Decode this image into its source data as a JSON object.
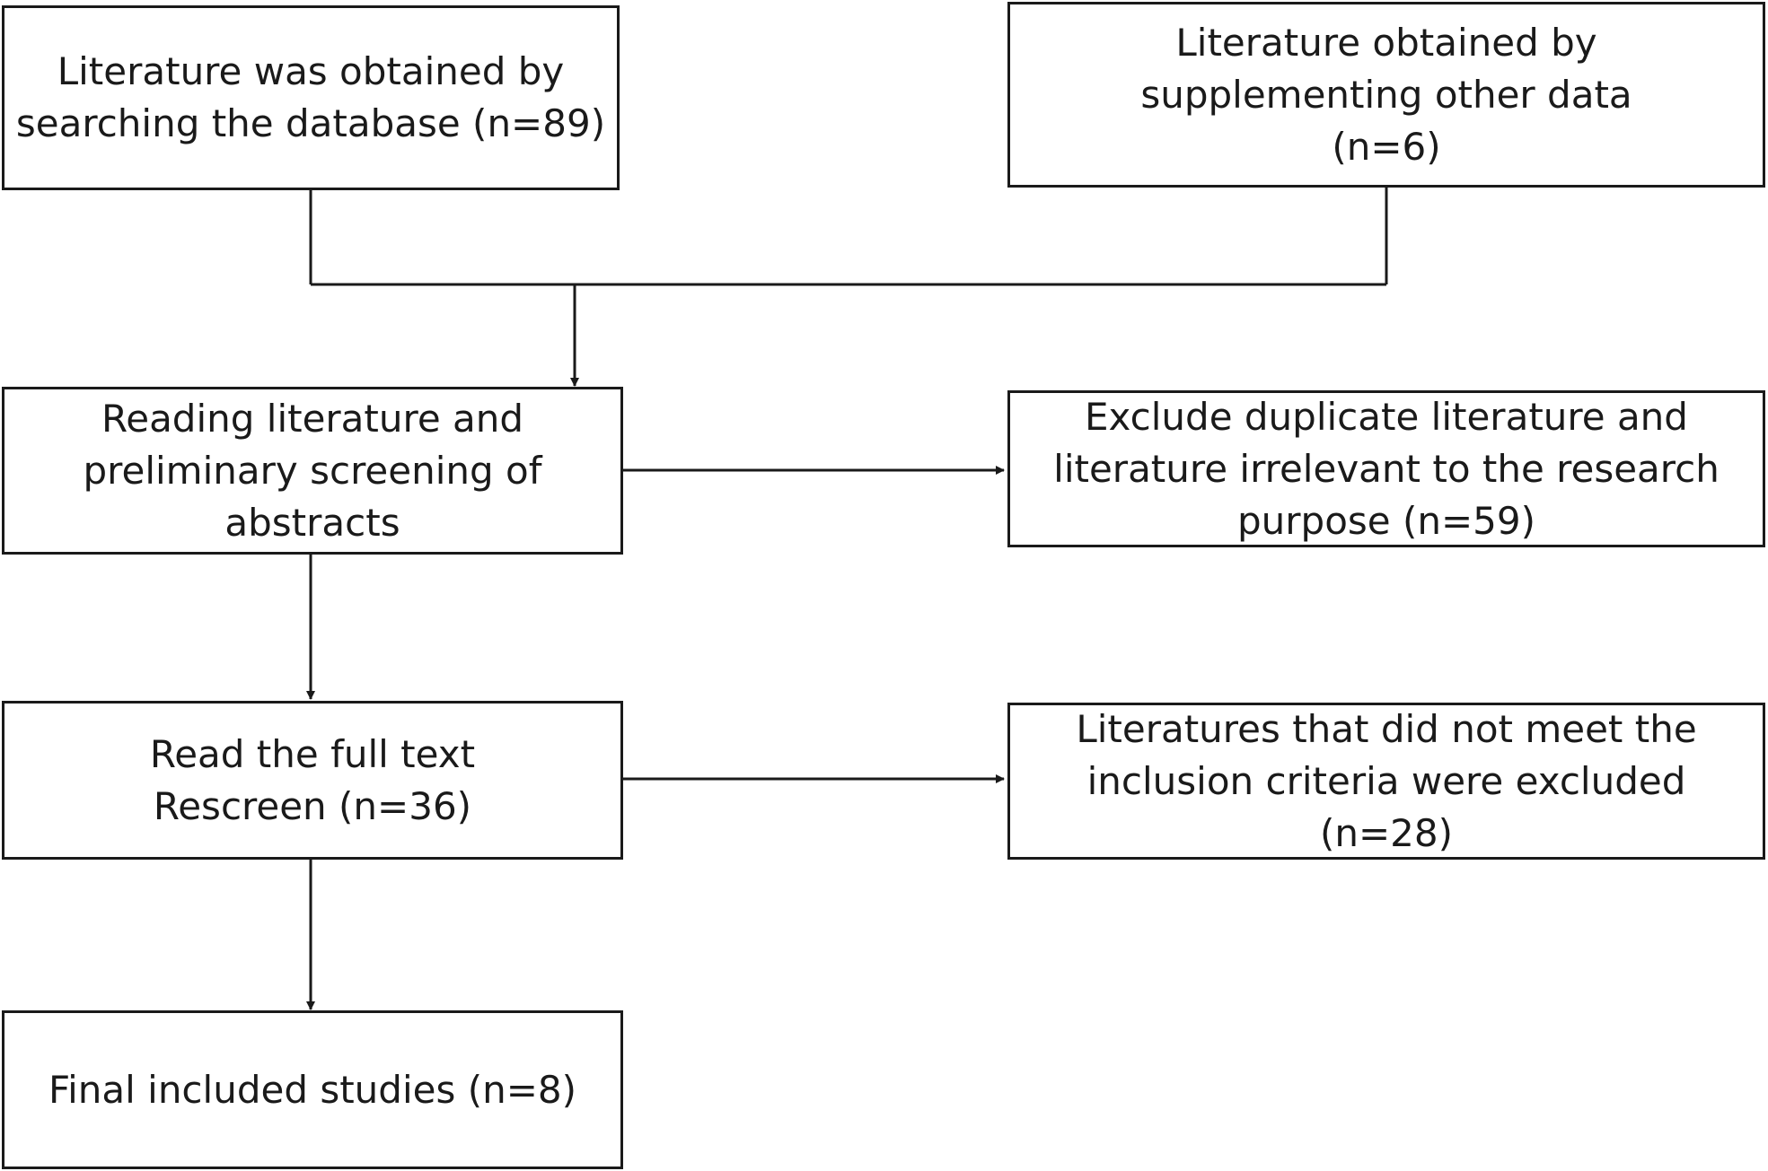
{
  "flowchart": {
    "nodes": [
      {
        "id": "database",
        "text": "Literature was obtained by searching the database (n=89)"
      },
      {
        "id": "supplement",
        "text": "Literature obtained by supplementing other data (n=6)"
      },
      {
        "id": "screening",
        "text": "Reading literature and preliminary screening of abstracts"
      },
      {
        "id": "exclude_duplicates",
        "text": "Exclude duplicate literature and literature irrelevant to the research purpose (n=59)"
      },
      {
        "id": "full_text",
        "text": "Read the full text Rescreen (n=36)"
      },
      {
        "id": "exclude_criteria",
        "text": "Literatures that did not meet the inclusion criteria were excluded (n=28)"
      },
      {
        "id": "final",
        "text": "Final included studies (n=8)"
      }
    ],
    "edges": [
      {
        "from": "database",
        "to": "screening"
      },
      {
        "from": "supplement",
        "to": "screening"
      },
      {
        "from": "screening",
        "to": "exclude_duplicates"
      },
      {
        "from": "screening",
        "to": "full_text"
      },
      {
        "from": "full_text",
        "to": "exclude_criteria"
      },
      {
        "from": "full_text",
        "to": "final"
      }
    ],
    "colors": {
      "stroke": "#1a1a1a",
      "background": "#ffffff"
    }
  }
}
